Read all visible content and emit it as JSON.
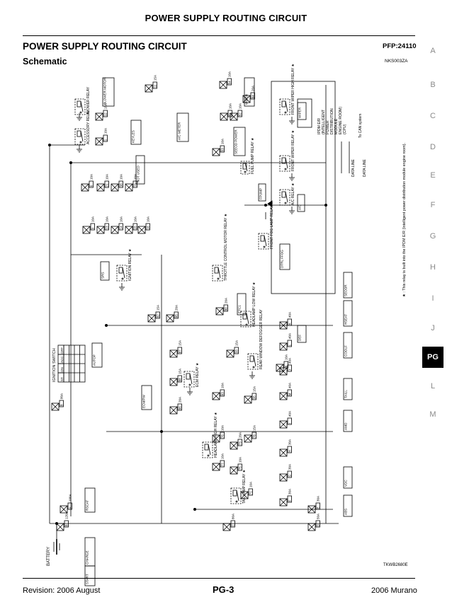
{
  "page": {
    "top_title": "POWER SUPPLY ROUTING CIRCUIT",
    "section_title": "POWER SUPPLY ROUTING CIRCUIT",
    "section_code": "PFP:24110",
    "subsection_title": "Schematic",
    "subsection_code": "NKS003ZA",
    "figure_code": "TKWB2680E",
    "footer_revision": "Revision: 2006 August",
    "footer_page": "PG-3",
    "footer_model": "2006 Murano"
  },
  "side_index": [
    {
      "label": "A",
      "active": false
    },
    {
      "label": "B",
      "active": false
    },
    {
      "label": "C",
      "active": false
    },
    {
      "label": "D",
      "active": false
    },
    {
      "label": "E",
      "active": false
    },
    {
      "label": "F",
      "active": false
    },
    {
      "label": "G",
      "active": false
    },
    {
      "label": "H",
      "active": false
    },
    {
      "label": "I",
      "active": false
    },
    {
      "label": "J",
      "active": false
    },
    {
      "label": "PG",
      "active": true
    },
    {
      "label": "L",
      "active": false
    },
    {
      "label": "M",
      "active": false
    }
  ],
  "schematic": {
    "battery": "BATTERY",
    "note": "★ : This relay is built into the IPDM E/R (Intelligent power distribution module engine room).",
    "to_can": "To CAN system",
    "data_line_1": "DATA LINE",
    "data_line_2": "DATA LINE",
    "ipdm": [
      "IPDM E/R",
      "(INTELLIGENT",
      "POWER",
      "DISTRIBUTION",
      "MODULE",
      "ENGINE ROOM)",
      "(CPU)"
    ],
    "ignition_switch": {
      "title": "IGNITION SWITCH",
      "positions": [
        "OFF",
        "ACC",
        "ON",
        "ST"
      ]
    },
    "relays": [
      {
        "name": "BLOWER RELAY",
        "label": "BLOWER RELAY"
      },
      {
        "name": "ACCESSORY RELAY",
        "label": "ACCESSORY RELAY"
      },
      {
        "name": "FUEL PUMP RELAY",
        "label": "FUEL PUMP RELAY ★"
      },
      {
        "name": "FRONT WIPER HIGH RELAY",
        "label": "FRONT WIPER HIGH RELAY ★"
      },
      {
        "name": "FRONT WIPER RELAY",
        "label": "FRONT WIPER RELAY ★"
      },
      {
        "name": "A/C RELAY",
        "label": "A/C RELAY ★"
      },
      {
        "name": "FRONT FOG LAMP RELAY",
        "label": "FRONT FOG LAMP RELAY ★"
      },
      {
        "name": "THROTTLE CONTROL MOTOR RELAY",
        "label": "THROTTLE CONTROL MOTOR RELAY ★"
      },
      {
        "name": "HEADLAMP LOW RELAY",
        "label": "HEADLAMP LOW RELAY ★"
      },
      {
        "name": "IGNITION RELAY",
        "label": "IGNITION RELAY ★"
      },
      {
        "name": "ECM RELAY",
        "label": "ECM RELAY ★"
      },
      {
        "name": "REAR WINDOW DEFOGGER RELAY",
        "label": "REAR WINDOW DEFOGGER RELAY"
      },
      {
        "name": "HEADLAMP HIGH RELAY",
        "label": "HEADLAMP HIGH RELAY ★"
      },
      {
        "name": "TAIL LAMP RELAY",
        "label": "TAIL LAMP RELAY ★"
      }
    ],
    "fuses": [
      {
        "rating": "15A",
        "code": "11"
      },
      {
        "rating": "15A",
        "code": "12"
      },
      {
        "rating": "10A",
        "code": "1"
      },
      {
        "rating": "10A",
        "code": "6"
      },
      {
        "rating": "10A",
        "code": "21"
      },
      {
        "rating": "10A",
        "code": "38"
      },
      {
        "rating": "10A",
        "code": "19"
      },
      {
        "rating": "10A",
        "code": "3"
      },
      {
        "rating": "10A",
        "code": "13"
      },
      {
        "rating": "10A",
        "code": "14"
      },
      {
        "rating": "10A",
        "code": "15"
      },
      {
        "rating": "10A",
        "code": "16"
      },
      {
        "rating": "10A",
        "code": "54"
      },
      {
        "rating": "10A",
        "code": "51"
      },
      {
        "rating": "10A",
        "code": "53"
      },
      {
        "rating": "10A",
        "code": "52"
      },
      {
        "rating": "20A",
        "code": "84"
      },
      {
        "rating": "20A",
        "code": "85"
      },
      {
        "rating": "15A",
        "code": "82"
      },
      {
        "rating": "15A",
        "code": "87"
      },
      {
        "rating": "15A",
        "code": "88"
      },
      {
        "rating": "20A",
        "code": "80"
      },
      {
        "rating": "15A",
        "code": "33"
      },
      {
        "rating": "10A",
        "code": "8"
      },
      {
        "rating": "20A",
        "code": "86"
      },
      {
        "rating": "10A",
        "code": "83"
      },
      {
        "rating": "15A",
        "code": "35"
      },
      {
        "rating": "15A",
        "code": "78"
      },
      {
        "rating": "10A",
        "code": "76"
      },
      {
        "rating": "10A",
        "code": "77"
      },
      {
        "rating": "20A",
        "code": "73"
      },
      {
        "rating": "10A",
        "code": "75"
      },
      {
        "rating": "10A",
        "code": "71"
      },
      {
        "rating": "40A",
        "code": "K"
      },
      {
        "rating": "40A",
        "code": "L"
      },
      {
        "rating": "40A",
        "code": "J"
      },
      {
        "rating": "40A",
        "code": "M"
      },
      {
        "rating": "40A",
        "code": "I"
      },
      {
        "rating": "30A",
        "code": "H"
      },
      {
        "rating": "30A",
        "code": "G"
      },
      {
        "rating": "30A",
        "code": "F"
      },
      {
        "rating": "30A",
        "code": "E"
      },
      {
        "rating": "50A",
        "code": "D"
      },
      {
        "rating": "80A",
        "code": "C"
      },
      {
        "rating": "100A",
        "code": "A"
      },
      {
        "rating": "80A",
        "code": "B"
      },
      {
        "rating": "120A",
        "code": "B"
      }
    ],
    "circuits": [
      {
        "name": "BLOWER MOTOR",
        "label": "BLOWER MOTOR"
      },
      {
        "name": "A/C METER",
        "label": "A/C METER"
      },
      {
        "name": "KEYLES",
        "label": "KEYLES"
      },
      {
        "name": "WIPER",
        "label": "WIPER"
      },
      {
        "name": "SEEOD POWER",
        "label": "SEEOD POWER"
      },
      {
        "name": "FRONT WIPER",
        "label": "WIPER"
      },
      {
        "name": "FPUMP",
        "label": "FPUMP"
      },
      {
        "name": "A/C",
        "label": "A/C"
      },
      {
        "name": "DTRL FFOG",
        "label": "DTRL FFOG"
      },
      {
        "name": "ETC1",
        "label": "ETC1"
      },
      {
        "name": "DEF",
        "label": "DEF"
      },
      {
        "name": "CHARGE",
        "label": "CHARGE"
      },
      {
        "name": "START",
        "label": "START"
      },
      {
        "name": "ABS",
        "label": "ABS"
      },
      {
        "name": "VDC",
        "label": "VDC"
      },
      {
        "name": "COOLF",
        "label": "COOLF"
      },
      {
        "name": "TAILL",
        "label": "TAILL"
      },
      {
        "name": "SRS",
        "label": "SRS"
      },
      {
        "name": "AUTOP",
        "label": "AUTOP"
      },
      {
        "name": "ECM/PW",
        "label": "ECM/PW"
      },
      {
        "name": "RSCAT",
        "label": "RSCAT"
      },
      {
        "name": "NOT USED",
        "label": "NOT USED"
      },
      {
        "name": "AMO",
        "label": "AMO"
      },
      {
        "name": "SEOOR",
        "label": "SEOOR"
      },
      {
        "name": "HSEAT",
        "label": "HSEAT"
      }
    ]
  }
}
